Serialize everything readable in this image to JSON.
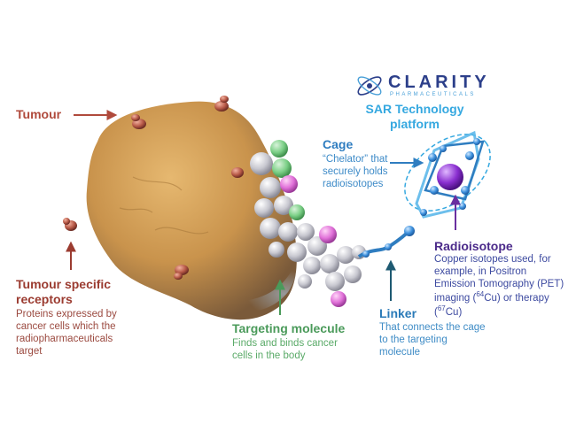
{
  "logo": {
    "name": "CLARITY",
    "sub": "PHARMACEUTICALS",
    "icon": "atom-logo-icon"
  },
  "platform_title": "SAR Technology platform",
  "labels": {
    "tumour": {
      "title": "Tumour"
    },
    "receptors": {
      "title": "Tumour specific receptors",
      "desc": "Proteins expressed by cancer cells which the radiopharmaceuticals target"
    },
    "targeting": {
      "title": "Targeting molecule",
      "desc": "Finds and binds cancer cells in the body"
    },
    "cage": {
      "title": "Cage",
      "desc": "“Chelator” that securely holds radioisotopes"
    },
    "linker": {
      "title": "Linker",
      "desc": "That connects the cage to the targeting molecule"
    },
    "radioisotope": {
      "title": "Radioisotope",
      "desc_pre": "Copper isotopes used, for example, in Positron Emission Tomography (PET) imaging (",
      "sup1": "64",
      "mid": "Cu) or therapy (",
      "sup2": "67",
      "end": "Cu)"
    }
  },
  "colors": {
    "tumour": "#b04a3c",
    "targeting": "#4a9a5a",
    "cage": "#2f7dc0",
    "radioisotope": "#4b2a8a"
  }
}
